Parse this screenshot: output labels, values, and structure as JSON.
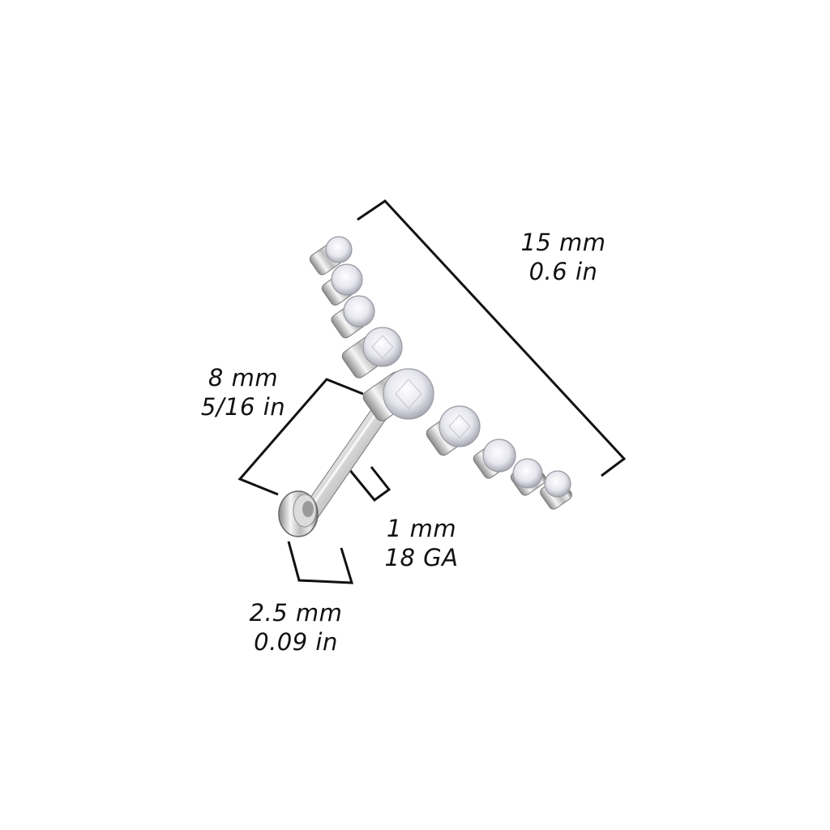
{
  "product": {
    "type": "labret jewelry with curved gem cluster top",
    "gem_count": 9,
    "colors": {
      "background": "#ffffff",
      "line": "#111111",
      "metal_light": "#f2f2f2",
      "metal_mid": "#b8b8b8",
      "metal_dark": "#5a5a5a",
      "gem": "#ececf2"
    }
  },
  "dimensions": {
    "top_length": {
      "metric": "15 mm",
      "imperial": "0.6 in"
    },
    "bar_length": {
      "metric": "8 mm",
      "imperial": "5/16 in"
    },
    "gauge": {
      "metric": "1 mm",
      "imperial": "18 GA"
    },
    "disc_diameter": {
      "metric": "2.5 mm",
      "imperial": "0.09 in"
    }
  }
}
